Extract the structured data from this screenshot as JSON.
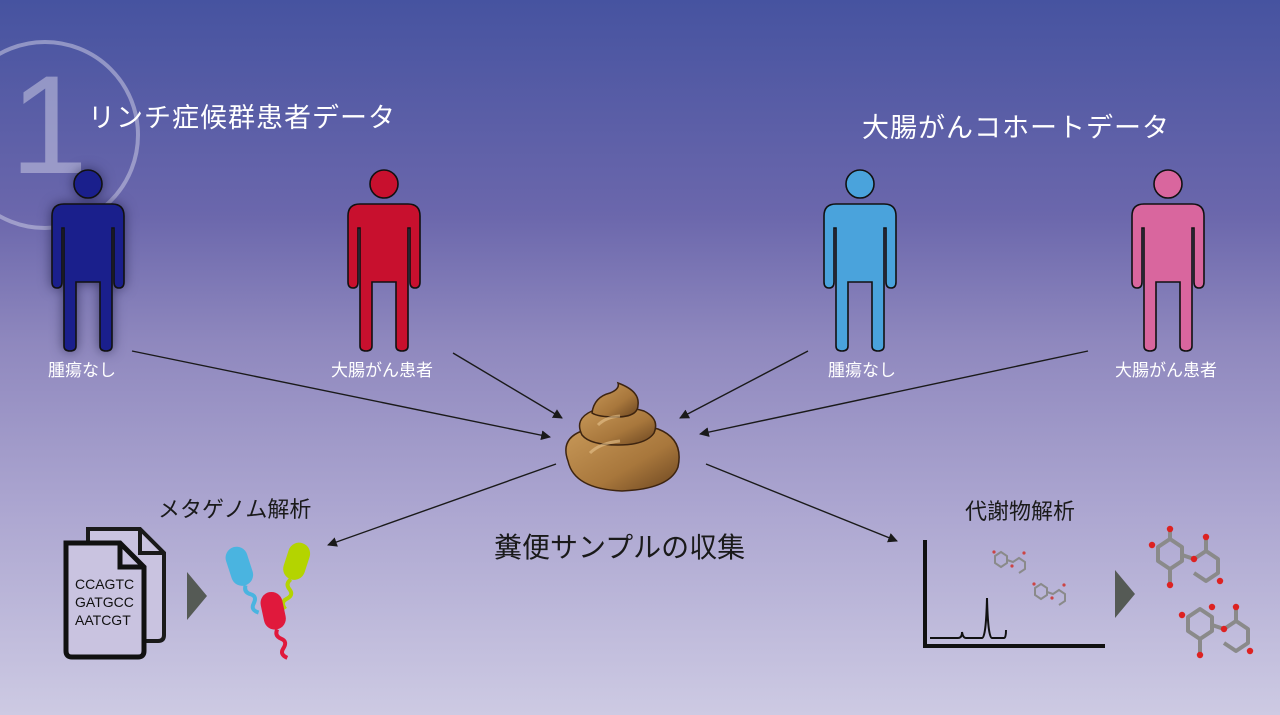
{
  "step": {
    "number": "1"
  },
  "groups": [
    {
      "title": "リンチ症候群患者データ"
    },
    {
      "title": "大腸がんコホートデータ"
    }
  ],
  "persons": [
    {
      "label": "腫瘍なし",
      "color": "#1a1f8c",
      "group": "リンチ症候群患者データ"
    },
    {
      "label": "大腸がん患者",
      "color": "#c8102e",
      "group": "リンチ症候群患者データ"
    },
    {
      "label": "腫瘍なし",
      "color": "#4aa3dc",
      "group": "大腸がんコホートデータ"
    },
    {
      "label": "大腸がん患者",
      "color": "#d9669e",
      "group": "大腸がんコホートデータ"
    }
  ],
  "center": {
    "label": "糞便サンプルの収集",
    "icon": "stool-sample-icon",
    "color": "#a8773c"
  },
  "analyses": [
    {
      "label": "メタゲノム解析",
      "sequences": [
        "CCAGTC",
        "GATGCC",
        "AATCGT"
      ],
      "bacteria_colors": [
        "#4ab4e0",
        "#e0193c",
        "#b4d400"
      ]
    },
    {
      "label": "代謝物解析"
    }
  ],
  "colors": {
    "bg_top": "#4653a0",
    "bg_mid": "#8f88be",
    "bg_bottom": "#cdcae3",
    "arrow": "#1a1a1a",
    "play_triangle": "#555a55"
  }
}
